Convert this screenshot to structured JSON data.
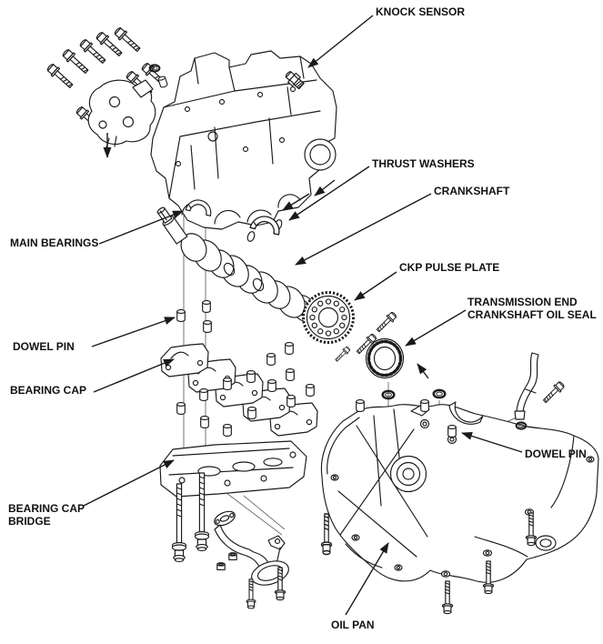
{
  "diagram": {
    "background": "#ffffff",
    "line_color": "#1a1a1a",
    "labels": {
      "knock_sensor": "KNOCK SENSOR",
      "thrust_washers": "THRUST WASHERS",
      "crankshaft": "CRANKSHAFT",
      "main_bearings": "MAIN BEARINGS",
      "ckp_pulse_plate": "CKP PULSE PLATE",
      "transmission_end_oil_seal_line1": "TRANSMISSION END",
      "transmission_end_oil_seal_line2": "CRANKSHAFT OIL SEAL",
      "dowel_pin_upper": "DOWEL PIN",
      "bearing_cap": "BEARING CAP",
      "bearing_cap_bridge_line1": "BEARING CAP",
      "bearing_cap_bridge_line2": "BRIDGE",
      "dowel_pin_lower": "DOWEL PIN",
      "oil_pan": "OIL PAN"
    }
  }
}
